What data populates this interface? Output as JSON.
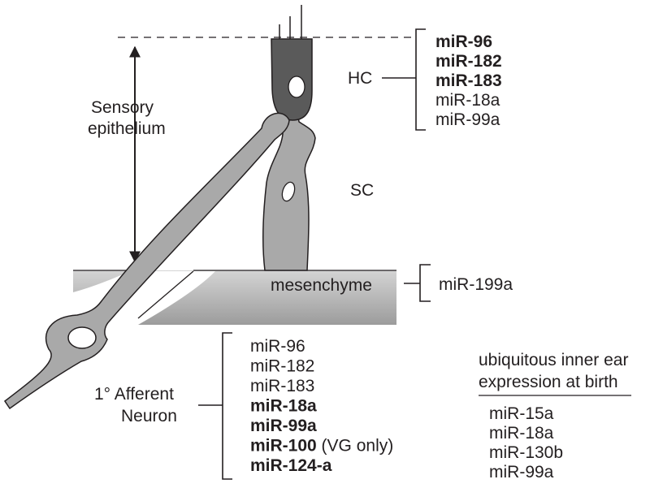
{
  "labels": {
    "sensory_line1": "Sensory",
    "sensory_line2": "epithelium",
    "hc": "HC",
    "sc": "SC",
    "mesenchyme": "mesenchyme",
    "neuron_line1": "1° Afferent",
    "neuron_line2": "Neuron"
  },
  "hc_mirnas": [
    {
      "text": "miR-96",
      "bold": true
    },
    {
      "text": "miR-182",
      "bold": true
    },
    {
      "text": "miR-183",
      "bold": true
    },
    {
      "text": "miR-18a",
      "bold": false
    },
    {
      "text": "miR-99a",
      "bold": false
    }
  ],
  "mesenchyme_mirnas": [
    {
      "text": "miR-199a",
      "bold": false
    }
  ],
  "neuron_mirnas": [
    {
      "text": "miR-96",
      "bold": false,
      "note": ""
    },
    {
      "text": "miR-182",
      "bold": false,
      "note": ""
    },
    {
      "text": "miR-183",
      "bold": false,
      "note": ""
    },
    {
      "text": "miR-18a",
      "bold": true,
      "note": ""
    },
    {
      "text": "miR-99a",
      "bold": true,
      "note": ""
    },
    {
      "text": "miR-100",
      "bold": true,
      "note": " (VG only)"
    },
    {
      "text": "miR-124-a",
      "bold": true,
      "note": ""
    }
  ],
  "ubiquitous": {
    "heading_line1": "ubiquitous inner ear",
    "heading_line2": "expression at birth",
    "items": [
      "miR-15a",
      "miR-18a",
      "miR-130b",
      "miR-99a"
    ]
  },
  "colors": {
    "hair_cell": "#5a5a5a",
    "support_cell": "#a9a9a9",
    "neuron": "#a9a9a9",
    "mesenchyme_top": "#d4d4d4",
    "mesenchyme_bottom": "#9c9c9c",
    "outline": "#231f20"
  }
}
